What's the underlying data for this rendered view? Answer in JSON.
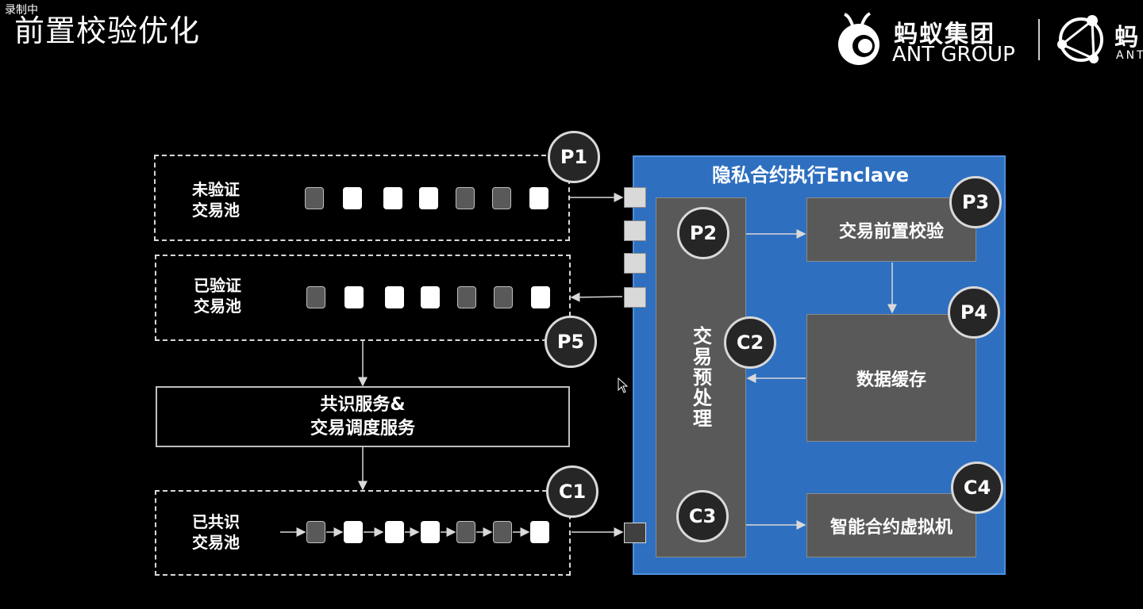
{
  "recording_label": "录制中",
  "page_title": "前置校验优化",
  "logo": {
    "cn": "蚂蚁集团",
    "en": "ANT GROUP",
    "cn2": "蚂",
    "en2": "ANT"
  },
  "pools": {
    "unverified": {
      "line1": "未验证",
      "line2": "交易池"
    },
    "verified": {
      "line1": "已验证",
      "line2": "交易池"
    },
    "consensus_pool": {
      "line1": "已共识",
      "line2": "交易池"
    }
  },
  "consensus_service": {
    "line1": "共识服务&",
    "line2": "交易调度服务"
  },
  "enclave": {
    "title": "隐私合约执行Enclave",
    "preprocess": "交易预处理",
    "pre_check": "交易前置校验",
    "data_cache": "数据缓存",
    "vm": "智能合约虚拟机"
  },
  "badges": {
    "p1": "P1",
    "p2": "P2",
    "p3": "P3",
    "p4": "P4",
    "p5": "P5",
    "c1": "C1",
    "c2": "C2",
    "c3": "C3",
    "c4": "C4"
  },
  "colors": {
    "enclave_blue": "#2e6fc0",
    "box_gray": "#595959",
    "background": "#000000"
  }
}
